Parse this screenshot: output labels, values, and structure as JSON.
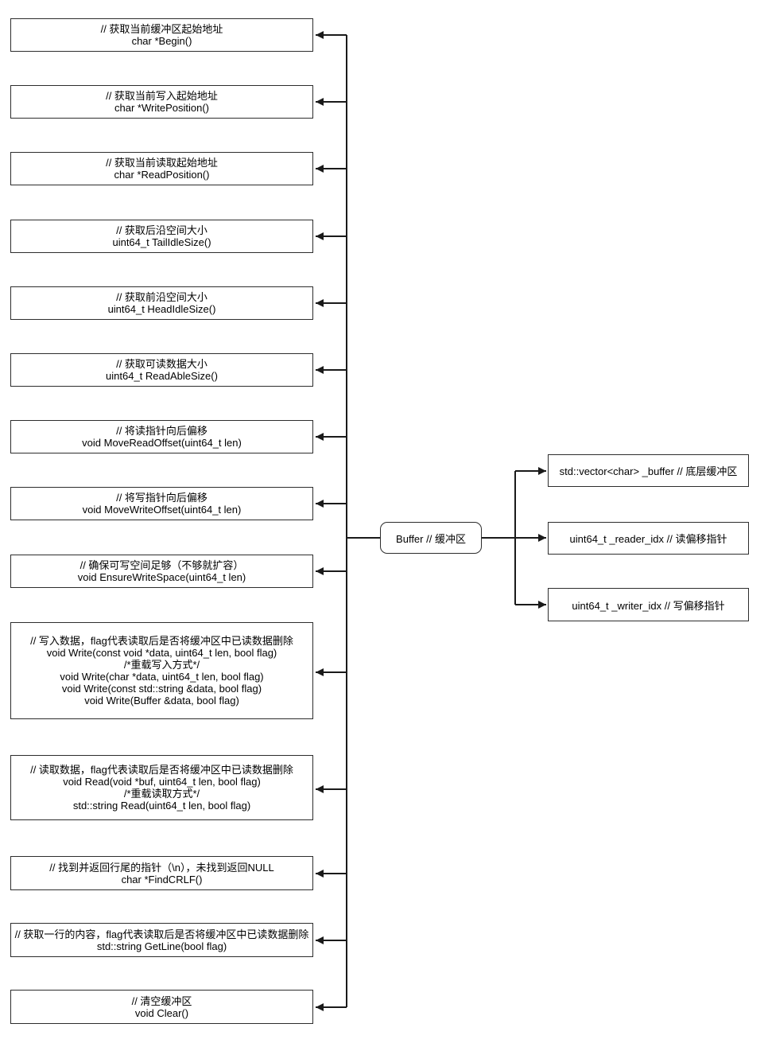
{
  "diagram": {
    "center": {
      "label": "Buffer // 缓冲区"
    },
    "methods": [
      {
        "comment": "// 获取当前缓冲区起始地址",
        "signatures": [
          "char *Begin()"
        ]
      },
      {
        "comment": "// 获取当前写入起始地址",
        "signatures": [
          "char *WritePosition()"
        ]
      },
      {
        "comment": "// 获取当前读取起始地址",
        "signatures": [
          "char *ReadPosition()"
        ]
      },
      {
        "comment": "// 获取后沿空间大小",
        "signatures": [
          "uint64_t TailIdleSize()"
        ]
      },
      {
        "comment": "// 获取前沿空间大小",
        "signatures": [
          "uint64_t HeadIdleSize()"
        ]
      },
      {
        "comment": "// 获取可读数据大小",
        "signatures": [
          "uint64_t ReadAbleSize()"
        ]
      },
      {
        "comment": "// 将读指针向后偏移",
        "signatures": [
          "void MoveReadOffset(uint64_t len)"
        ]
      },
      {
        "comment": "// 将写指针向后偏移",
        "signatures": [
          "void MoveWriteOffset(uint64_t len)"
        ]
      },
      {
        "comment": "// 确保可写空间足够（不够就扩容）",
        "signatures": [
          "void EnsureWriteSpace(uint64_t len)"
        ]
      },
      {
        "comment": "// 写入数据，flag代表读取后是否将缓冲区中已读数据删除",
        "signatures": [
          "void Write(const void *data, uint64_t len, bool flag)",
          "/*重载写入方式*/",
          "void Write(char *data, uint64_t len, bool flag)",
          "void Write(const std::string &data, bool flag)",
          "void Write(Buffer &data, bool flag)"
        ]
      },
      {
        "comment": "// 读取数据，flag代表读取后是否将缓冲区中已读数据删除",
        "signatures": [
          "void Read(void *buf, uint64_t len, bool flag)",
          "/*重载读取方式*/",
          "std::string Read(uint64_t len, bool flag)"
        ]
      },
      {
        "comment": "// 找到并返回行尾的指针（\\n），未找到返回NULL",
        "signatures": [
          "char *FindCRLF()"
        ]
      },
      {
        "comment": "// 获取一行的内容，flag代表读取后是否将缓冲区中已读数据删除",
        "signatures": [
          "std::string GetLine(bool flag)"
        ]
      },
      {
        "comment": "// 清空缓冲区",
        "signatures": [
          "void Clear()"
        ]
      }
    ],
    "members": [
      {
        "label": "std::vector<char> _buffer // 底层缓冲区"
      },
      {
        "label": "uint64_t _reader_idx // 读偏移指针"
      },
      {
        "label": "uint64_t _writer_idx // 写偏移指针"
      }
    ],
    "colors": {
      "stroke": "#1a1a1a",
      "background": "#ffffff",
      "text": "#000000"
    }
  }
}
